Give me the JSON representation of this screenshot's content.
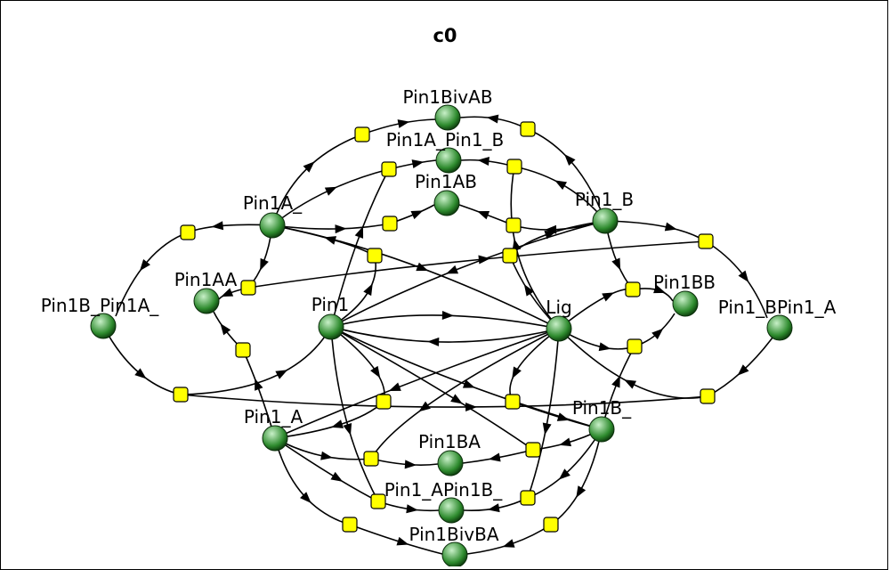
{
  "title": "c0",
  "colors": {
    "species_fill": "#2e8b2e",
    "species_highlight": "#c8f0c8",
    "reaction_fill": "#ffff00",
    "edge": "#000000"
  },
  "species": [
    {
      "id": "Pin1BivAB",
      "label": "Pin1BivAB"
    },
    {
      "id": "Pin1A_Pin1_B",
      "label": "Pin1A_Pin1_B"
    },
    {
      "id": "Pin1AB",
      "label": "Pin1AB"
    },
    {
      "id": "Pin1A_",
      "label": "Pin1A_"
    },
    {
      "id": "Pin1_B",
      "label": "Pin1_B"
    },
    {
      "id": "Pin1B_Pin1A_",
      "label": "Pin1B_Pin1A_"
    },
    {
      "id": "Pin1AA",
      "label": "Pin1AA"
    },
    {
      "id": "Pin1",
      "label": "Pin1"
    },
    {
      "id": "Lig",
      "label": "Lig"
    },
    {
      "id": "Pin1BB",
      "label": "Pin1BB"
    },
    {
      "id": "Pin1_BPin1_A",
      "label": "Pin1_BPin1_A"
    },
    {
      "id": "Pin1_A",
      "label": "Pin1_A"
    },
    {
      "id": "Pin1B_",
      "label": "Pin1B_"
    },
    {
      "id": "Pin1BA",
      "label": "Pin1BA"
    },
    {
      "id": "Pin1_APin1B_",
      "label": "Pin1_APin1B_"
    },
    {
      "id": "Pin1BivBA",
      "label": "Pin1BivBA"
    }
  ],
  "reactions": [
    "r1",
    "r2",
    "r3",
    "r4",
    "r5",
    "r6",
    "r7",
    "r8",
    "r9",
    "r10",
    "r11",
    "r12",
    "r13",
    "r14",
    "r15",
    "r16",
    "r17",
    "r18",
    "r19",
    "r20",
    "r21",
    "r22",
    "r23",
    "r24"
  ]
}
